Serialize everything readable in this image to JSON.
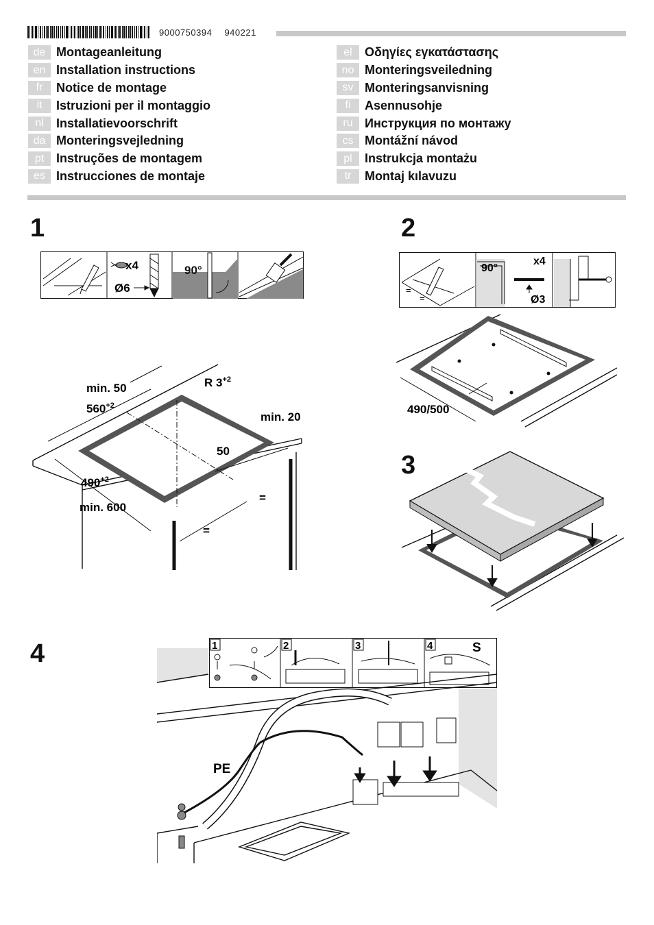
{
  "header": {
    "doc_number": "9000750394",
    "doc_date_code": "940221"
  },
  "languages_left": [
    {
      "code": "de",
      "title": "Montageanleitung"
    },
    {
      "code": "en",
      "title": "Installation instructions"
    },
    {
      "code": "fr",
      "title": "Notice de montage"
    },
    {
      "code": "it",
      "title": "Istruzioni per il montaggio"
    },
    {
      "code": "nl",
      "title": "Installatievoorschrift"
    },
    {
      "code": "da",
      "title": "Monteringsvejledning"
    },
    {
      "code": "pt",
      "title": "Instruções de montagem"
    },
    {
      "code": "es",
      "title": "Instrucciones de montaje"
    }
  ],
  "languages_right": [
    {
      "code": "el",
      "title": "Οδηγίες εγκατάστασης"
    },
    {
      "code": "no",
      "title": "Monteringsveiledning"
    },
    {
      "code": "sv",
      "title": "Monteringsanvisning"
    },
    {
      "code": "fi",
      "title": "Asennusohje"
    },
    {
      "code": "ru",
      "title": "Инструкция по монтажу"
    },
    {
      "code": "cs",
      "title": "Montážní návod"
    },
    {
      "code": "pl",
      "title": "Instrukcja montażu"
    },
    {
      "code": "tr",
      "title": "Montaj kılavuzu"
    }
  ],
  "step1": {
    "number": "1",
    "strip": {
      "drill_count": "x4",
      "drill_diameter": "Ø6",
      "angle": "90°"
    },
    "dims": {
      "min_50": "min. 50",
      "w560": "560",
      "w560_tol": "+2",
      "radius": "R 3",
      "radius_tol": "+2",
      "min_20": "min. 20",
      "d50": "50",
      "d490": "490",
      "d490_tol": "+2",
      "min_600": "min. 600",
      "equal": "="
    }
  },
  "step2": {
    "number": "2",
    "strip": {
      "angle": "90°",
      "screw_count": "x4",
      "screw_diameter": "Ø3",
      "equal": "="
    },
    "dims": {
      "d490_500": "490/500"
    }
  },
  "step3": {
    "number": "3"
  },
  "step4": {
    "number": "4",
    "substeps": [
      "1",
      "2",
      "3",
      "4"
    ],
    "s_label": "S",
    "pe_label": "PE"
  },
  "colors": {
    "rule_gray": "#c8c8c8",
    "code_box": "#d6d6d6",
    "cooktop_gray": "#d8d8d8",
    "wall_gray": "#e4e4e4"
  }
}
